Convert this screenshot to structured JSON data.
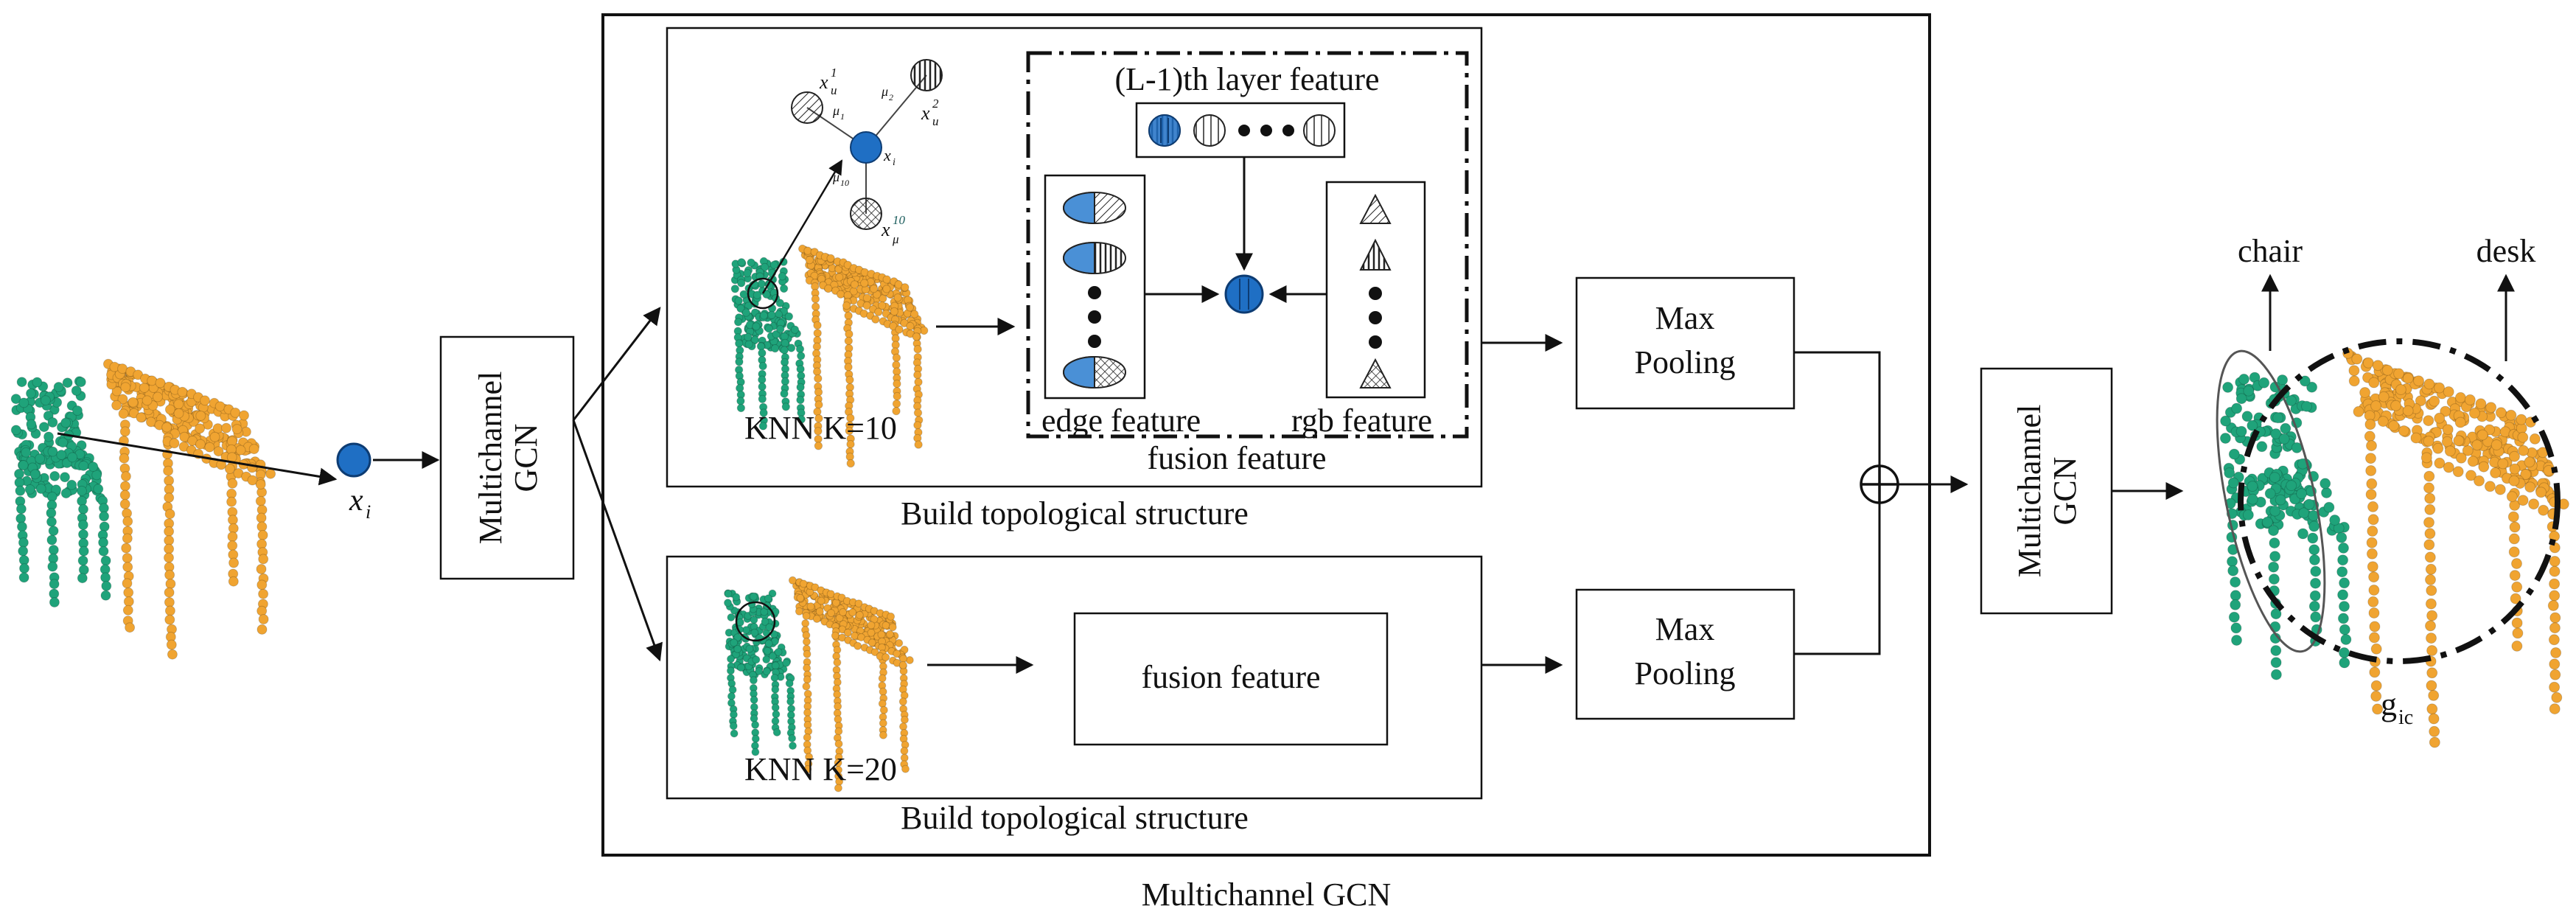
{
  "diagram": {
    "node_xi_label": "x",
    "node_xi_sub": "i",
    "gcn_block_label_1": "Multichannel",
    "gcn_block_label_2": "GCN",
    "outer_caption": "Multichannel GCN",
    "top_branch": {
      "knn_label": "KNN K=10",
      "caption": "Build topological structure",
      "layer_feature_label": "(L-1)th layer feature",
      "edge_feature_label": "edge feature",
      "rgb_feature_label": "rgb feature",
      "fusion_label": "fusion feature",
      "neighbors": {
        "xu1_main": "x",
        "xu1_sub": "u",
        "xu1_sup": "1",
        "xu2_main": "x",
        "xu2_sub": "u",
        "xu2_sup": "2",
        "xu10_main": "x",
        "xu10_sub": "μ",
        "xu10_sup": "10",
        "center_main": "x",
        "center_sub": "i",
        "mu1": "μ",
        "mu1_sub": "1",
        "mu2": "μ",
        "mu2_sub": "2",
        "mu10": "μ",
        "mu10_sub": "10"
      }
    },
    "bottom_branch": {
      "knn_label": "KNN K=20",
      "caption": "Build topological structure",
      "fusion_label": "fusion feature"
    },
    "max_pool_1": "Max",
    "max_pool_2": "Pooling",
    "output": {
      "chair_label": "chair",
      "desk_label": "desk",
      "g_label": "g",
      "g_sub": "ic"
    },
    "colors": {
      "chair": "#1fa37a",
      "desk": "#f0a431",
      "node_blue": "#1f6fc4",
      "stroke": "#111111"
    }
  }
}
